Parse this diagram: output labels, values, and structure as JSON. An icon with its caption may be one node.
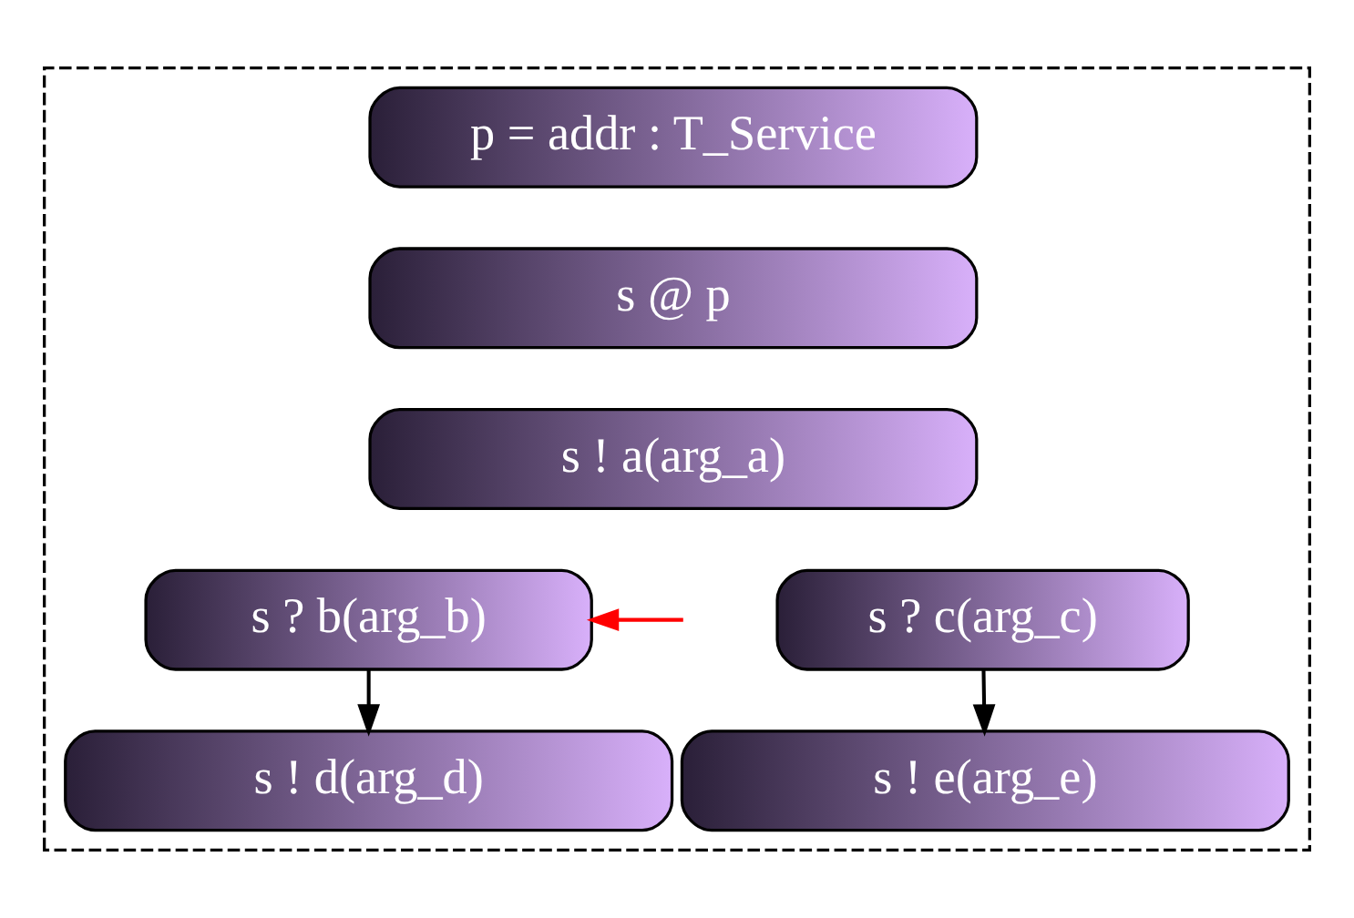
{
  "diagram": {
    "nodes": [
      {
        "text": [],
        "shape": "box"
      },
      {
        "text": [
          "p = addr : T_Service"
        ],
        "in": 0
      },
      {
        "text": [
          "s @ p"
        ],
        "in": 0
      },
      {
        "text": [
          "s ! a(arg_a)"
        ],
        "in": 0
      },
      {
        "text": [
          "s ? b(arg_b)"
        ],
        "in": 0
      },
      {
        "text": [
          "s ? c(arg_c)"
        ],
        "in": 0
      },
      {
        "text": [
          "s ! d(arg_d)"
        ],
        "in": 0
      },
      {
        "text": [
          "s ! e(arg_e)"
        ],
        "in": 0
      }
    ],
    "edges": [
      {
        "from": null,
        "to": 4,
        "arrow": "to",
        "color": "#ff0000"
      },
      {
        "from": 4,
        "to": 6,
        "arrow": "to"
      },
      {
        "from": 5,
        "to": 7,
        "arrow": "to"
      }
    ]
  }
}
